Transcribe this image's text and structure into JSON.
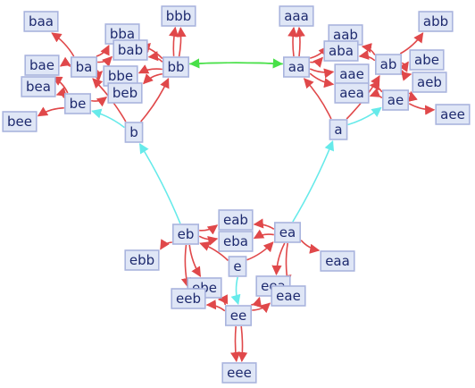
{
  "colors": {
    "red_edge": "#e0484a",
    "cyan_edge": "#66eaea",
    "green_edge": "#48e048",
    "node_fill": "#dfe6f6",
    "node_stroke": "#a9b4de",
    "node_text": "#1e2a6e"
  },
  "graph": {
    "nodes": [
      {
        "id": "b",
        "label": "b"
      },
      {
        "id": "a",
        "label": "a"
      },
      {
        "id": "e",
        "label": "e"
      },
      {
        "id": "eb",
        "label": "eb"
      },
      {
        "id": "ea",
        "label": "ea"
      },
      {
        "id": "ee",
        "label": "ee"
      },
      {
        "id": "bb",
        "label": "bb"
      },
      {
        "id": "ba",
        "label": "ba"
      },
      {
        "id": "be",
        "label": "be"
      },
      {
        "id": "aa",
        "label": "aa"
      },
      {
        "id": "ab",
        "label": "ab"
      },
      {
        "id": "ae",
        "label": "ae"
      },
      {
        "id": "bbb",
        "label": "bbb"
      },
      {
        "id": "bba",
        "label": "bba"
      },
      {
        "id": "bab",
        "label": "bab"
      },
      {
        "id": "bbe",
        "label": "bbe"
      },
      {
        "id": "beb",
        "label": "beb"
      },
      {
        "id": "baa",
        "label": "baa"
      },
      {
        "id": "bae",
        "label": "bae"
      },
      {
        "id": "bea",
        "label": "bea"
      },
      {
        "id": "bee",
        "label": "bee"
      },
      {
        "id": "aaa",
        "label": "aaa"
      },
      {
        "id": "aab",
        "label": "aab"
      },
      {
        "id": "aba",
        "label": "aba"
      },
      {
        "id": "aae",
        "label": "aae"
      },
      {
        "id": "aea",
        "label": "aea"
      },
      {
        "id": "abb",
        "label": "abb"
      },
      {
        "id": "abe",
        "label": "abe"
      },
      {
        "id": "aeb",
        "label": "aeb"
      },
      {
        "id": "aee",
        "label": "aee"
      },
      {
        "id": "eab",
        "label": "eab"
      },
      {
        "id": "eba",
        "label": "eba"
      },
      {
        "id": "ebb",
        "label": "ebb"
      },
      {
        "id": "eaa",
        "label": "eaa"
      },
      {
        "id": "ebe",
        "label": "ebe"
      },
      {
        "id": "eeb",
        "label": "eeb"
      },
      {
        "id": "eea",
        "label": "eea"
      },
      {
        "id": "eae",
        "label": "eae"
      },
      {
        "id": "eee",
        "label": "eee"
      }
    ],
    "edges": [
      {
        "from": "e",
        "to": "ee",
        "color": "cyan"
      },
      {
        "from": "eb",
        "to": "b",
        "color": "cyan"
      },
      {
        "from": "ea",
        "to": "a",
        "color": "cyan"
      },
      {
        "from": "b",
        "to": "be",
        "color": "cyan"
      },
      {
        "from": "a",
        "to": "ae",
        "color": "cyan"
      },
      {
        "from": "bb",
        "to": "aa",
        "color": "green"
      },
      {
        "from": "aa",
        "to": "bb",
        "color": "green"
      },
      {
        "from": "b",
        "to": "ba",
        "color": "red"
      },
      {
        "from": "b",
        "to": "bb",
        "color": "red"
      },
      {
        "from": "a",
        "to": "aa",
        "color": "red"
      },
      {
        "from": "a",
        "to": "ab",
        "color": "red"
      },
      {
        "from": "e",
        "to": "eb",
        "color": "red"
      },
      {
        "from": "e",
        "to": "ea",
        "color": "red"
      },
      {
        "from": "bb",
        "to": "bbb",
        "color": "red",
        "double": true
      },
      {
        "from": "bb",
        "to": "bba",
        "color": "red"
      },
      {
        "from": "bb",
        "to": "bab",
        "color": "red"
      },
      {
        "from": "bb",
        "to": "bbe",
        "color": "red"
      },
      {
        "from": "bb",
        "to": "beb",
        "color": "red"
      },
      {
        "from": "ba",
        "to": "baa",
        "color": "red"
      },
      {
        "from": "ba",
        "to": "bba",
        "color": "red"
      },
      {
        "from": "ba",
        "to": "bab",
        "color": "red"
      },
      {
        "from": "ba",
        "to": "bae",
        "color": "red"
      },
      {
        "from": "ba",
        "to": "bbe",
        "color": "red"
      },
      {
        "from": "be",
        "to": "bea",
        "color": "red"
      },
      {
        "from": "be",
        "to": "bee",
        "color": "red"
      },
      {
        "from": "be",
        "to": "beb",
        "color": "red"
      },
      {
        "from": "be",
        "to": "bae",
        "color": "red"
      },
      {
        "from": "aa",
        "to": "aaa",
        "color": "red",
        "double": true
      },
      {
        "from": "aa",
        "to": "aab",
        "color": "red"
      },
      {
        "from": "aa",
        "to": "aba",
        "color": "red"
      },
      {
        "from": "aa",
        "to": "aae",
        "color": "red"
      },
      {
        "from": "aa",
        "to": "aea",
        "color": "red"
      },
      {
        "from": "ab",
        "to": "abb",
        "color": "red"
      },
      {
        "from": "ab",
        "to": "abe",
        "color": "red"
      },
      {
        "from": "ab",
        "to": "aab",
        "color": "red"
      },
      {
        "from": "ab",
        "to": "aba",
        "color": "red"
      },
      {
        "from": "ab",
        "to": "aeb",
        "color": "red"
      },
      {
        "from": "ae",
        "to": "aee",
        "color": "red"
      },
      {
        "from": "ae",
        "to": "aea",
        "color": "red"
      },
      {
        "from": "ae",
        "to": "aeb",
        "color": "red"
      },
      {
        "from": "ae",
        "to": "aae",
        "color": "red"
      },
      {
        "from": "eb",
        "to": "ebb",
        "color": "red"
      },
      {
        "from": "eb",
        "to": "eba",
        "color": "red"
      },
      {
        "from": "eb",
        "to": "eab",
        "color": "red"
      },
      {
        "from": "eb",
        "to": "ebe",
        "color": "red"
      },
      {
        "from": "eb",
        "to": "eeb",
        "color": "red"
      },
      {
        "from": "ea",
        "to": "eaa",
        "color": "red"
      },
      {
        "from": "ea",
        "to": "eab",
        "color": "red"
      },
      {
        "from": "ea",
        "to": "eba",
        "color": "red"
      },
      {
        "from": "ea",
        "to": "eea",
        "color": "red"
      },
      {
        "from": "ea",
        "to": "eae",
        "color": "red"
      },
      {
        "from": "ee",
        "to": "eee",
        "color": "red",
        "double": true
      },
      {
        "from": "ee",
        "to": "eeb",
        "color": "red"
      },
      {
        "from": "ee",
        "to": "eea",
        "color": "red"
      },
      {
        "from": "ee",
        "to": "ebe",
        "color": "red"
      },
      {
        "from": "ee",
        "to": "eae",
        "color": "red"
      }
    ]
  }
}
